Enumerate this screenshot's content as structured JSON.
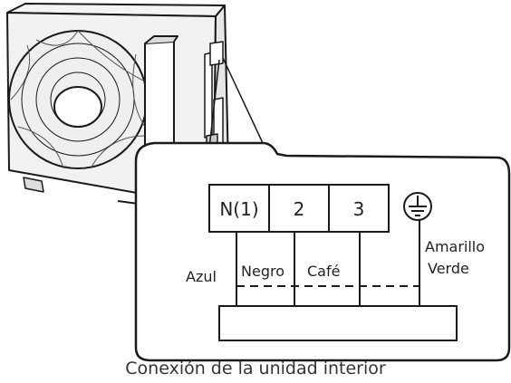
{
  "diagram": {
    "terminals": [
      "N(1)",
      "2",
      "3"
    ],
    "ground_symbol": "earth-ground-icon",
    "wire_labels": {
      "left": "Azul",
      "mid1": "Negro",
      "mid2": "Café",
      "right_line1": "Amarillo",
      "right_line2": "Verde"
    },
    "caption": "Conexión de la unidad interior",
    "colors": {
      "stroke": "#1a1a1a",
      "unit_body": "#f2f2f2",
      "unit_shade": "#d9d9d9"
    }
  }
}
